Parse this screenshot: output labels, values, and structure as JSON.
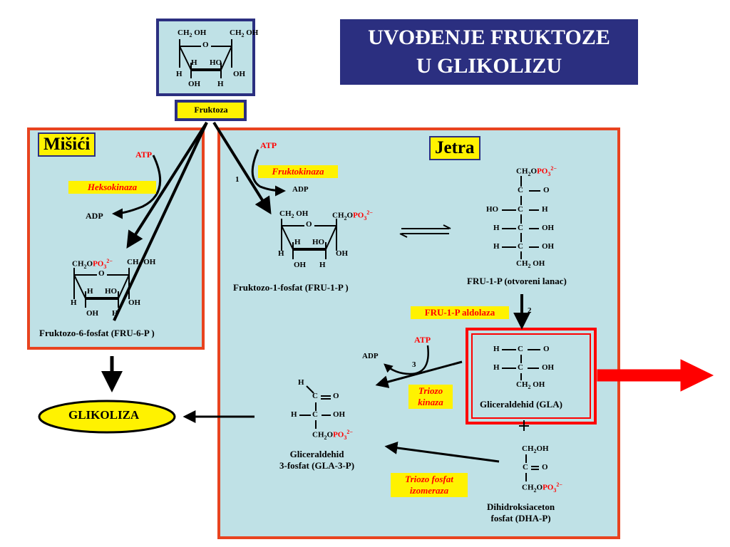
{
  "title": {
    "line1": "UVOĐENJE FRUKTOZE",
    "line2": "U  GLIKOLIZU"
  },
  "colors": {
    "panel_bg": "#bfe1e6",
    "panel_border": "#e8431f",
    "title_bg": "#2b2f80",
    "highlight": "#fff200",
    "arrow_red": "#ff0000"
  },
  "fructose": {
    "label": "Fruktoza"
  },
  "muscles": {
    "title": "Mišići",
    "atp": "ATP",
    "enzyme": "Heksokinaza",
    "adp": "ADP",
    "product": "Fruktozo-6-fosfat (FRU-6-P )"
  },
  "liver": {
    "title": "Jetra",
    "step1": {
      "atp": "ATP",
      "number": "1",
      "enzyme": "Fruktokinaza",
      "adp": "ADP",
      "product": "Fruktozo-1-fosfat (FRU-1-P )"
    },
    "open_chain": {
      "label": "FRU-1-P  (otvoreni lanac)"
    },
    "step2": {
      "enzyme": "FRU-1-P aldolaza",
      "number": "2"
    },
    "gla": {
      "label": "Gliceraldehid (GLA)"
    },
    "step3": {
      "atp": "ATP",
      "adp": "ADP",
      "number": "3",
      "enzyme_line1": "Triozo",
      "enzyme_line2": "kinaza"
    },
    "gla3p": {
      "line1": "Gliceraldehid",
      "line2": "3-fosfat (GLA-3-P)"
    },
    "isomerase": {
      "line1": "Triozo fosfat",
      "line2": "izomeraza"
    },
    "dhap": {
      "line1": "Dihidroksiaceton",
      "line2": "fosfat (DHA-P)"
    }
  },
  "glycolysis": {
    "label": "GLIKOLIZA"
  }
}
